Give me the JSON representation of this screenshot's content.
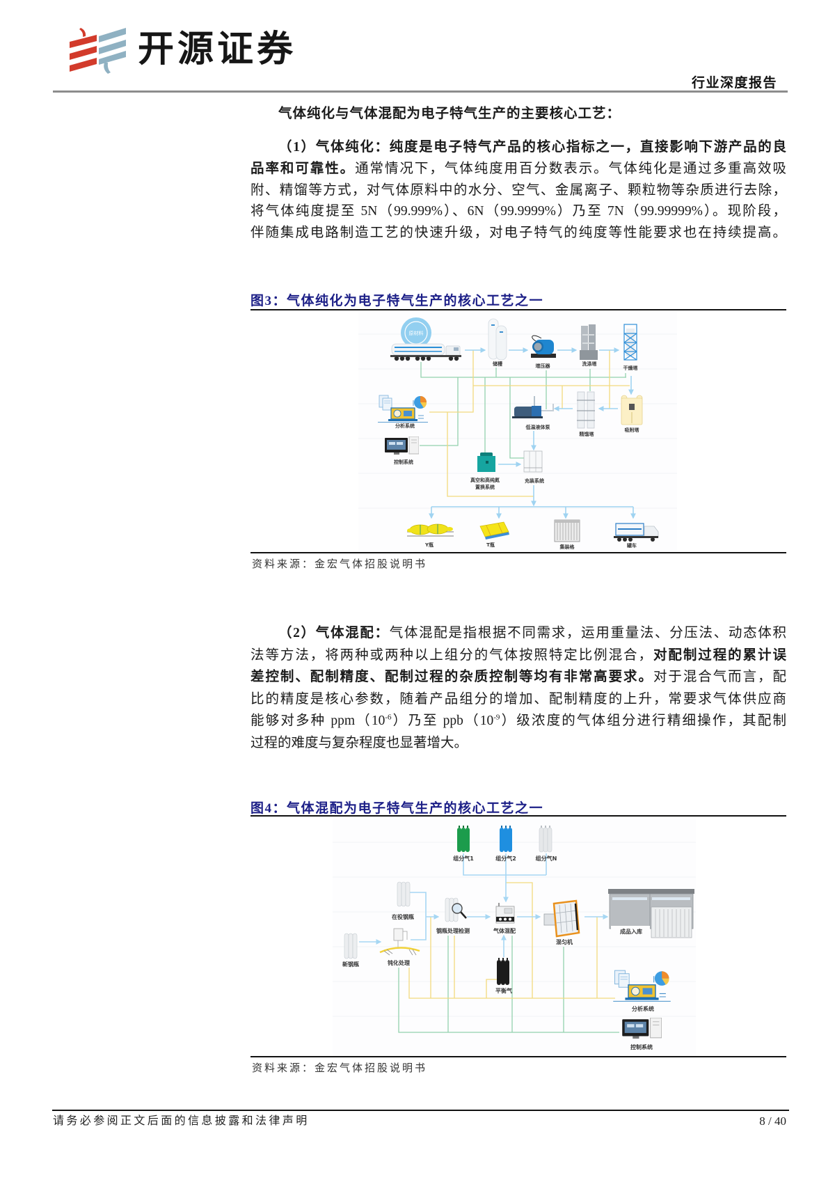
{
  "header": {
    "brand_name": "开源证券",
    "report_type": "行业深度报告"
  },
  "section": {
    "heading": "气体纯化与气体混配为电子特气生产的主要核心工艺：",
    "purification": {
      "lines": [
        [
          {
            "text": "（1）气体纯化：",
            "emphasis": true
          },
          {
            "text": "纯度是电子特气产品的核心指标之一，直接影响下游产品的良",
            "emphasis": true
          }
        ],
        [
          {
            "text": "品率和可靠性。",
            "emphasis": true
          },
          {
            "text": "通常情况下，气体纯度用百分数表示。气体纯化是通过多重高效吸",
            "emphasis": false
          }
        ],
        [
          {
            "text": "附、精馏等方式，对气体原料中的水分、空气、金属离子、颗粒物等杂质进行去除，",
            "emphasis": false
          }
        ],
        [
          {
            "text": "将气体纯度提至 5N（99.999%）、6N（99.9999%）乃至 7N（99.99999%）。现阶段，",
            "emphasis": false
          }
        ],
        [
          {
            "text": "伴随集成电路制造工艺的快速升级，对电子特气的纯度等性能要求也在持续提高。",
            "emphasis": false
          }
        ]
      ]
    },
    "mixing": {
      "lines": [
        [
          {
            "text": "（2）气体混配：",
            "emphasis": true
          },
          {
            "text": "气体混配是指根据不同需求，运用重量法、分压法、动态体积",
            "emphasis": false
          }
        ],
        [
          {
            "text": "法等方法，将两种或两种以上组分的气体按照特定比例混合，",
            "emphasis": false
          },
          {
            "text": "对配制过程的累计误",
            "emphasis": true
          }
        ],
        [
          {
            "text": "差控制、配制精度、配制过程的杂质控制等均有非常高要求。",
            "emphasis": true
          },
          {
            "text": "对于混合气而言，配",
            "emphasis": false
          }
        ],
        [
          {
            "text": "比的精度是核心参数，随着产品组分的增加、配制精度的上升，常要求气体供应商",
            "emphasis": false
          }
        ],
        [
          {
            "text": "能够对多种 ppm（10",
            "emphasis": false
          },
          {
            "text": "-6",
            "superscript": true
          },
          {
            "text": "）乃至 ppb（10",
            "emphasis": false
          },
          {
            "text": "-9",
            "superscript": true
          },
          {
            "text": "）级浓度的气体组分进行精细操作，其配制",
            "emphasis": false
          }
        ],
        [
          {
            "text": "过程的难度与复杂程度也显著增大。",
            "emphasis": false
          }
        ]
      ]
    }
  },
  "figure3": {
    "caption": "图3：气体纯化为电子特气生产的核心工艺之一",
    "source": "资料来源：金宏气体招股说明书",
    "nodes": {
      "raw_material": "原材料",
      "storage_tank": "储槽",
      "booster": "增压器",
      "scrubber": "洗涤塔",
      "dryer": "干燥塔",
      "adsorber": "吸附塔",
      "distillation": "精馏塔",
      "cryo_pump": "低温液体泵",
      "filling": "充装系统",
      "vacuum_purge_l1": "真空和高纯氮",
      "vacuum_purge_l2": "置换系统",
      "analysis": "分析系统",
      "control": "控制系统",
      "y_cylinder": "Y瓶",
      "t_cylinder": "T瓶",
      "bundle": "集装格",
      "tanker": "罐车"
    }
  },
  "figure4": {
    "caption": "图4：气体混配为电子特气生产的核心工艺之一",
    "source": "资料来源：金宏气体招股说明书",
    "nodes": {
      "component_gas_1": "组分气1",
      "component_gas_2": "组分气2",
      "component_gas_n": "组分气N",
      "in_service_cylinder": "在役钢瓶",
      "new_cylinder": "新钢瓶",
      "passivation": "钝化处理",
      "cylinder_inspection": "钢瓶处理检测",
      "gas_mixing": "气体混配",
      "mixer": "混匀机",
      "warehouse": "成品入库",
      "balance_gas": "平衡气",
      "analysis": "分析系统",
      "control": "控制系统"
    }
  },
  "footer": {
    "disclaimer": "请务必参阅正文后面的信息披露和法律声明",
    "page": "8 / 40"
  },
  "colors": {
    "caption_navy": "#1c1f87",
    "brand_red": "#d23b2b",
    "brand_blue": "#8fb1c2",
    "connector_green": "#93d2ad",
    "connector_yellow": "#f2da7e",
    "connector_blue": "#9fd3f1"
  }
}
